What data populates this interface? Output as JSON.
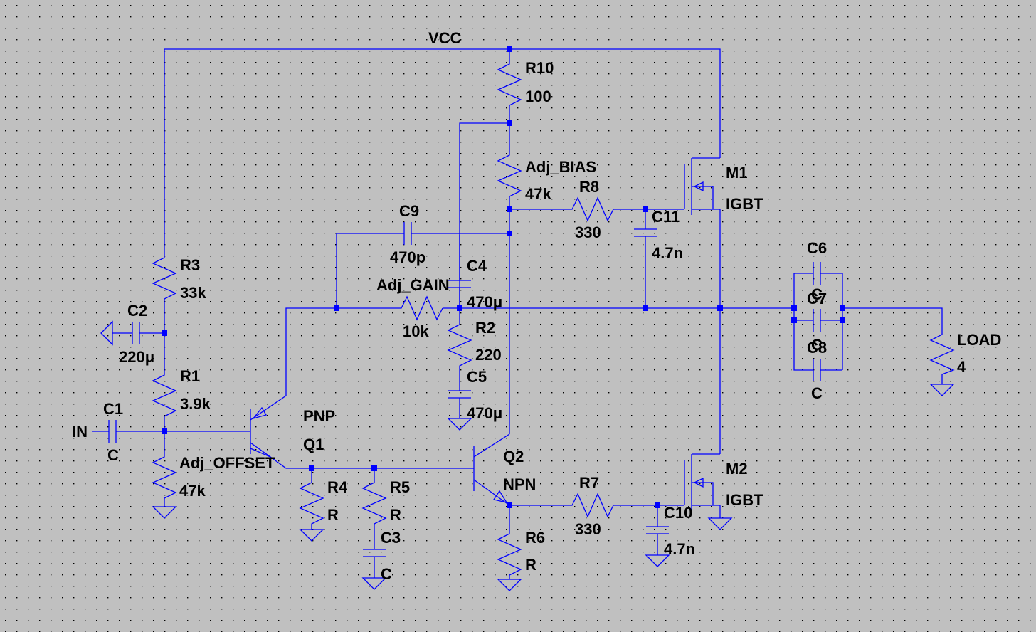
{
  "nets": {
    "vcc": "VCC",
    "in": "IN"
  },
  "components": {
    "R10": {
      "ref": "R10",
      "value": "100"
    },
    "R_bias": {
      "ref": "Adj_BIAS",
      "value": "47k"
    },
    "R8": {
      "ref": "R8",
      "value": "330"
    },
    "C11": {
      "ref": "C11",
      "value": "4.7n"
    },
    "M1": {
      "ref": "M1",
      "type": "IGBT"
    },
    "C9": {
      "ref": "C9",
      "value": "470p"
    },
    "C4": {
      "ref": "C4",
      "value": "470μ"
    },
    "R_gain": {
      "ref": "Adj_GAIN",
      "value": "10k"
    },
    "R2": {
      "ref": "R2",
      "value": "220"
    },
    "C5": {
      "ref": "C5",
      "value": "470μ"
    },
    "R3": {
      "ref": "R3",
      "value": "33k"
    },
    "C2": {
      "ref": "C2",
      "value": "220μ"
    },
    "R1": {
      "ref": "R1",
      "value": "3.9k"
    },
    "C1": {
      "ref": "C1",
      "value": "C"
    },
    "R_offset": {
      "ref": "Adj_OFFSET",
      "value": "47k"
    },
    "Q1": {
      "ref": "Q1",
      "type": "PNP"
    },
    "R4": {
      "ref": "R4",
      "value": "R"
    },
    "R5": {
      "ref": "R5",
      "value": "R"
    },
    "C3": {
      "ref": "C3",
      "value": "C"
    },
    "Q2": {
      "ref": "Q2",
      "type": "NPN"
    },
    "R6": {
      "ref": "R6",
      "value": "R"
    },
    "R7": {
      "ref": "R7",
      "value": "330"
    },
    "C10": {
      "ref": "C10",
      "value": "4.7n"
    },
    "M2": {
      "ref": "M2",
      "type": "IGBT"
    },
    "C6": {
      "ref": "C6",
      "value": "C"
    },
    "C7": {
      "ref": "C7",
      "value": "C"
    },
    "C8": {
      "ref": "C8",
      "value": "C"
    },
    "LOAD": {
      "ref": "LOAD",
      "value": "4"
    }
  },
  "colors": {
    "background": "#c0c0c0",
    "wire": "#0000ff",
    "text": "#000000"
  }
}
